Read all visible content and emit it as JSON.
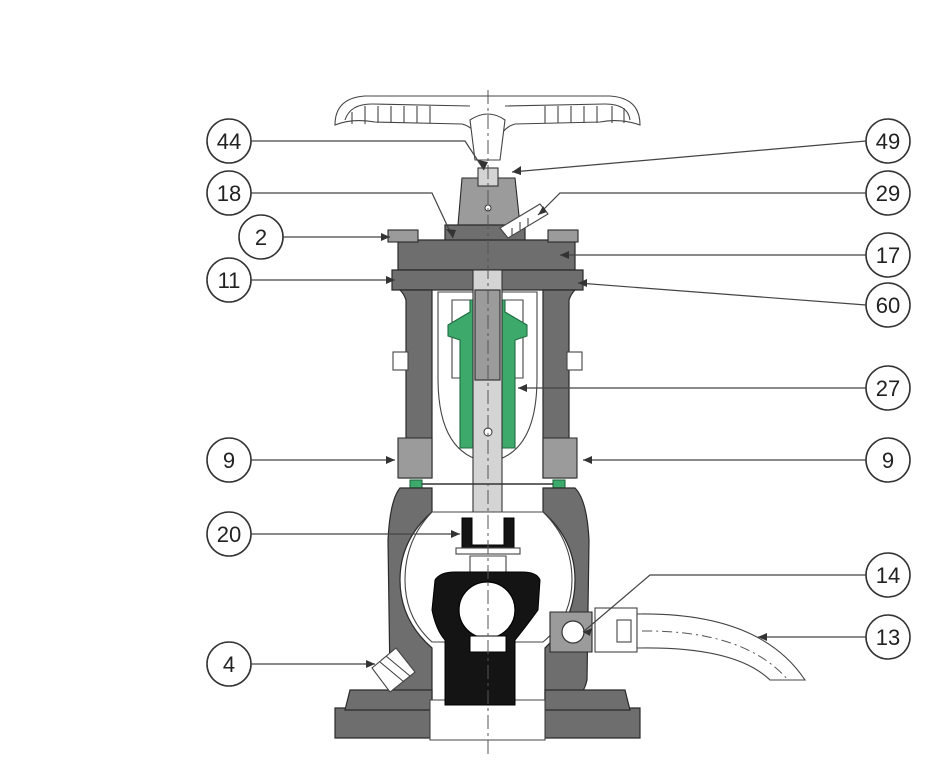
{
  "callouts": {
    "left": [
      {
        "id": "c44",
        "label": "44"
      },
      {
        "id": "c18",
        "label": "18"
      },
      {
        "id": "c2",
        "label": "2"
      },
      {
        "id": "c11",
        "label": "11"
      },
      {
        "id": "c9l",
        "label": "9"
      },
      {
        "id": "c20",
        "label": "20"
      },
      {
        "id": "c4",
        "label": "4"
      }
    ],
    "right": [
      {
        "id": "c49",
        "label": "49"
      },
      {
        "id": "c29",
        "label": "29"
      },
      {
        "id": "c17",
        "label": "17"
      },
      {
        "id": "c60",
        "label": "60"
      },
      {
        "id": "c27",
        "label": "27"
      },
      {
        "id": "c9r",
        "label": "9"
      },
      {
        "id": "c14",
        "label": "14"
      },
      {
        "id": "c13",
        "label": "13"
      }
    ]
  },
  "colors": {
    "body_steel": "#6e6e6e",
    "seal_green": "#3daa6c",
    "disc_black": "#141414",
    "stem_grey": "#d4d4d4"
  }
}
